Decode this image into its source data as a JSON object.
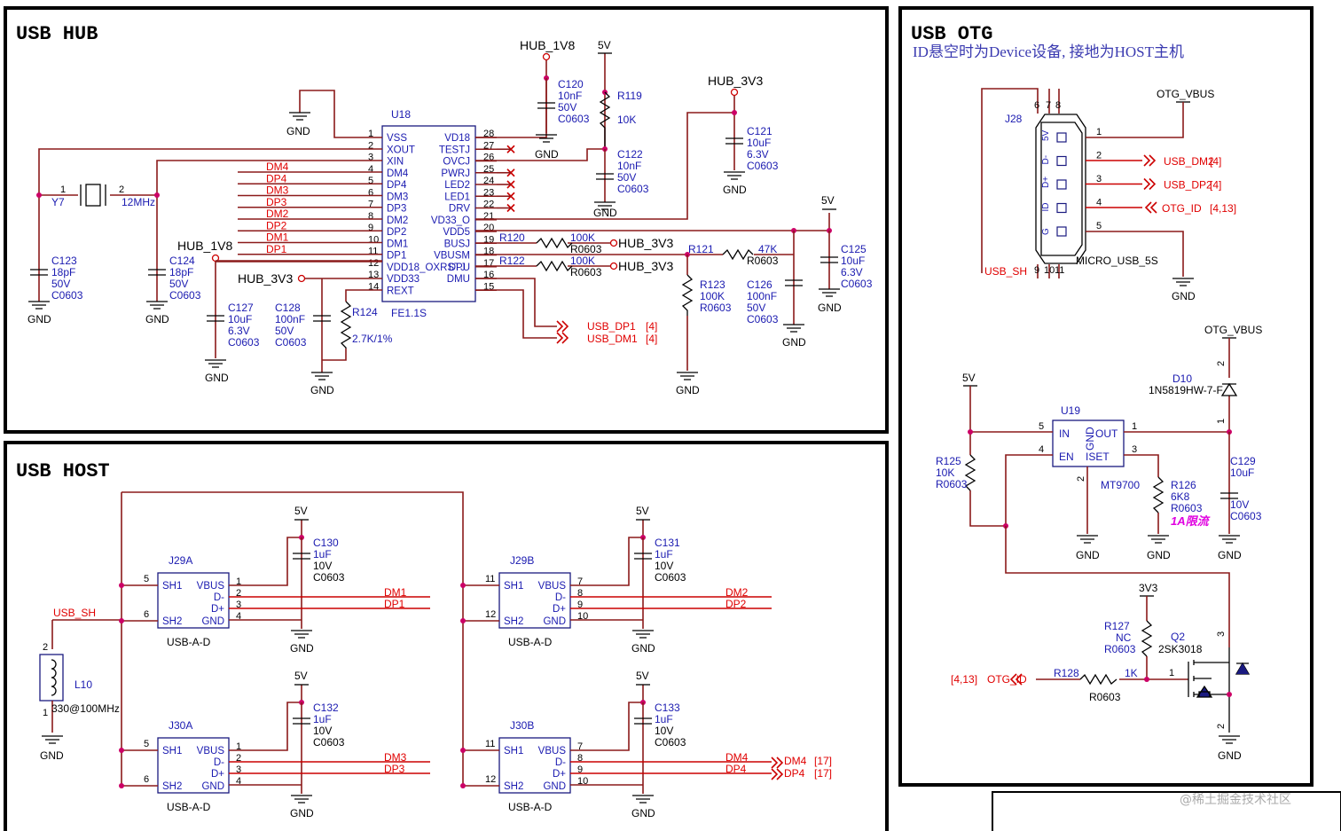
{
  "sections": {
    "hub": "USB  HUB",
    "host": "USB  HOST",
    "otg": "USB  OTG",
    "otg_note": "ID悬空时为Device设备, 接地为HOST主机"
  },
  "nets": {
    "hub_1v8": "HUB_1V8",
    "hub_3v3": "HUB_3V3",
    "v5": "5V",
    "gnd": "GND",
    "v3v3": "3V3",
    "otg_vbus": "OTG_VBUS",
    "usb_sh": "USB_SH"
  },
  "u18": {
    "ref": "U18",
    "part": "FE1.1S",
    "left": [
      [
        "1",
        "VSS"
      ],
      [
        "2",
        "XOUT"
      ],
      [
        "3",
        "XIN"
      ],
      [
        "4",
        "DM4"
      ],
      [
        "5",
        "DP4"
      ],
      [
        "6",
        "DM3"
      ],
      [
        "7",
        "DP3"
      ],
      [
        "8",
        "DM2"
      ],
      [
        "9",
        "DP2"
      ],
      [
        "10",
        "DM1"
      ],
      [
        "11",
        "DP1"
      ],
      [
        "12",
        "VDD18_OXRSTJ"
      ],
      [
        "13",
        "VDD33"
      ],
      [
        "14",
        "REXT"
      ]
    ],
    "right": [
      [
        "28",
        "VD18"
      ],
      [
        "27",
        "TESTJ"
      ],
      [
        "26",
        "OVCJ"
      ],
      [
        "25",
        "PWRJ"
      ],
      [
        "24",
        "LED2"
      ],
      [
        "23",
        "LED1"
      ],
      [
        "22",
        "DRV"
      ],
      [
        "21",
        "VD33_O"
      ],
      [
        "20",
        "VDD5"
      ],
      [
        "19",
        "BUSJ"
      ],
      [
        "18",
        "VBUSM"
      ],
      [
        "17",
        "DPU"
      ],
      [
        "16",
        "DMU"
      ],
      [
        "15",
        ""
      ]
    ]
  },
  "hub_nets": [
    "DM4",
    "DP4",
    "DM3",
    "DP3",
    "DM2",
    "DP2",
    "DM1",
    "DP1"
  ],
  "hub_parts": {
    "y7": "Y7",
    "y7_freq": "12MHz",
    "y7_p1": "1",
    "y7_p2": "2",
    "c123": [
      "C123",
      "18pF",
      "50V",
      "C0603"
    ],
    "c124": [
      "C124",
      "18pF",
      "50V",
      "C0603"
    ],
    "c127": [
      "C127",
      "10uF",
      "6.3V",
      "C0603"
    ],
    "c128": [
      "C128",
      "100nF",
      "50V",
      "C0603"
    ],
    "r124": [
      "R124",
      "2.7K/1%"
    ],
    "c120": [
      "C120",
      "10nF",
      "50V",
      "C0603"
    ],
    "r119": [
      "R119",
      "10K"
    ],
    "c122": [
      "C122",
      "10nF",
      "50V",
      "C0603"
    ],
    "c121": [
      "C121",
      "10uF",
      "6.3V",
      "C0603"
    ],
    "r120": [
      "R120",
      "100K",
      "R0603"
    ],
    "r122": [
      "R122",
      "100K",
      "R0603"
    ],
    "r121": [
      "R121",
      "47K",
      "R0603"
    ],
    "r123": [
      "R123",
      "100K",
      "R0603"
    ],
    "c126": [
      "C126",
      "100nF",
      "50V",
      "C0603"
    ],
    "c125": [
      "C125",
      "10uF",
      "6.3V",
      "C0603"
    ],
    "usb_dp1": "USB_DP1",
    "usb_dm1": "USB_DM1",
    "ref4": "[4]"
  },
  "host": {
    "conns": [
      {
        "ref": "J29A",
        "c": [
          "C130",
          "1uF",
          "10V",
          "C0603"
        ],
        "dm": "DM1",
        "dp": "DP1"
      },
      {
        "ref": "J29B",
        "c": [
          "C131",
          "1uF",
          "10V",
          "C0603"
        ],
        "dm": "DM2",
        "dp": "DP2"
      },
      {
        "ref": "J30A",
        "c": [
          "C132",
          "1uF",
          "10V",
          "C0603"
        ],
        "dm": "DM3",
        "dp": "DP3"
      },
      {
        "ref": "J30B",
        "c": [
          "C133",
          "1uF",
          "10V",
          "C0603"
        ],
        "dm": "DM4",
        "dp": "DP4"
      }
    ],
    "part": "USB-A-D",
    "l10": "L10",
    "l10_val": "330@100MHz",
    "dm4_ref": "[17]",
    "dp4_ref": "[17]",
    "pins_a": {
      "sh1": "SH1",
      "sh2": "SH2",
      "vbus": "VBUS",
      "dm": "D-",
      "dp": "D+",
      "gnd": "GND"
    }
  },
  "otg": {
    "j28": "J28",
    "part": "MICRO_USB_5S",
    "pins": [
      "5V",
      "D-",
      "D+",
      "ID",
      "G"
    ],
    "sigs": [
      [
        "USB_DM2",
        "[4]"
      ],
      [
        "USB_DP2",
        "[4]"
      ],
      [
        "OTG_ID",
        "[4,13]"
      ]
    ],
    "u19": "U19",
    "u19_part": "MT9700",
    "d10": [
      "D10",
      "1N5819HW-7-F"
    ],
    "r125": [
      "R125",
      "10K",
      "R0603"
    ],
    "r126": [
      "R126",
      "6K8",
      "R0603"
    ],
    "limit": "1A限流",
    "c129": [
      "C129",
      "10uF",
      "10V",
      "C0603"
    ],
    "r127": [
      "R127",
      "NC",
      "R0603"
    ],
    "r128": [
      "R128",
      "1K",
      "R0603"
    ],
    "q2": [
      "Q2",
      "2SK3018"
    ],
    "otg_id_ref": "[4,13]",
    "otg_id": "OTG_ID"
  },
  "watermark": "@稀土掘金技术社区"
}
